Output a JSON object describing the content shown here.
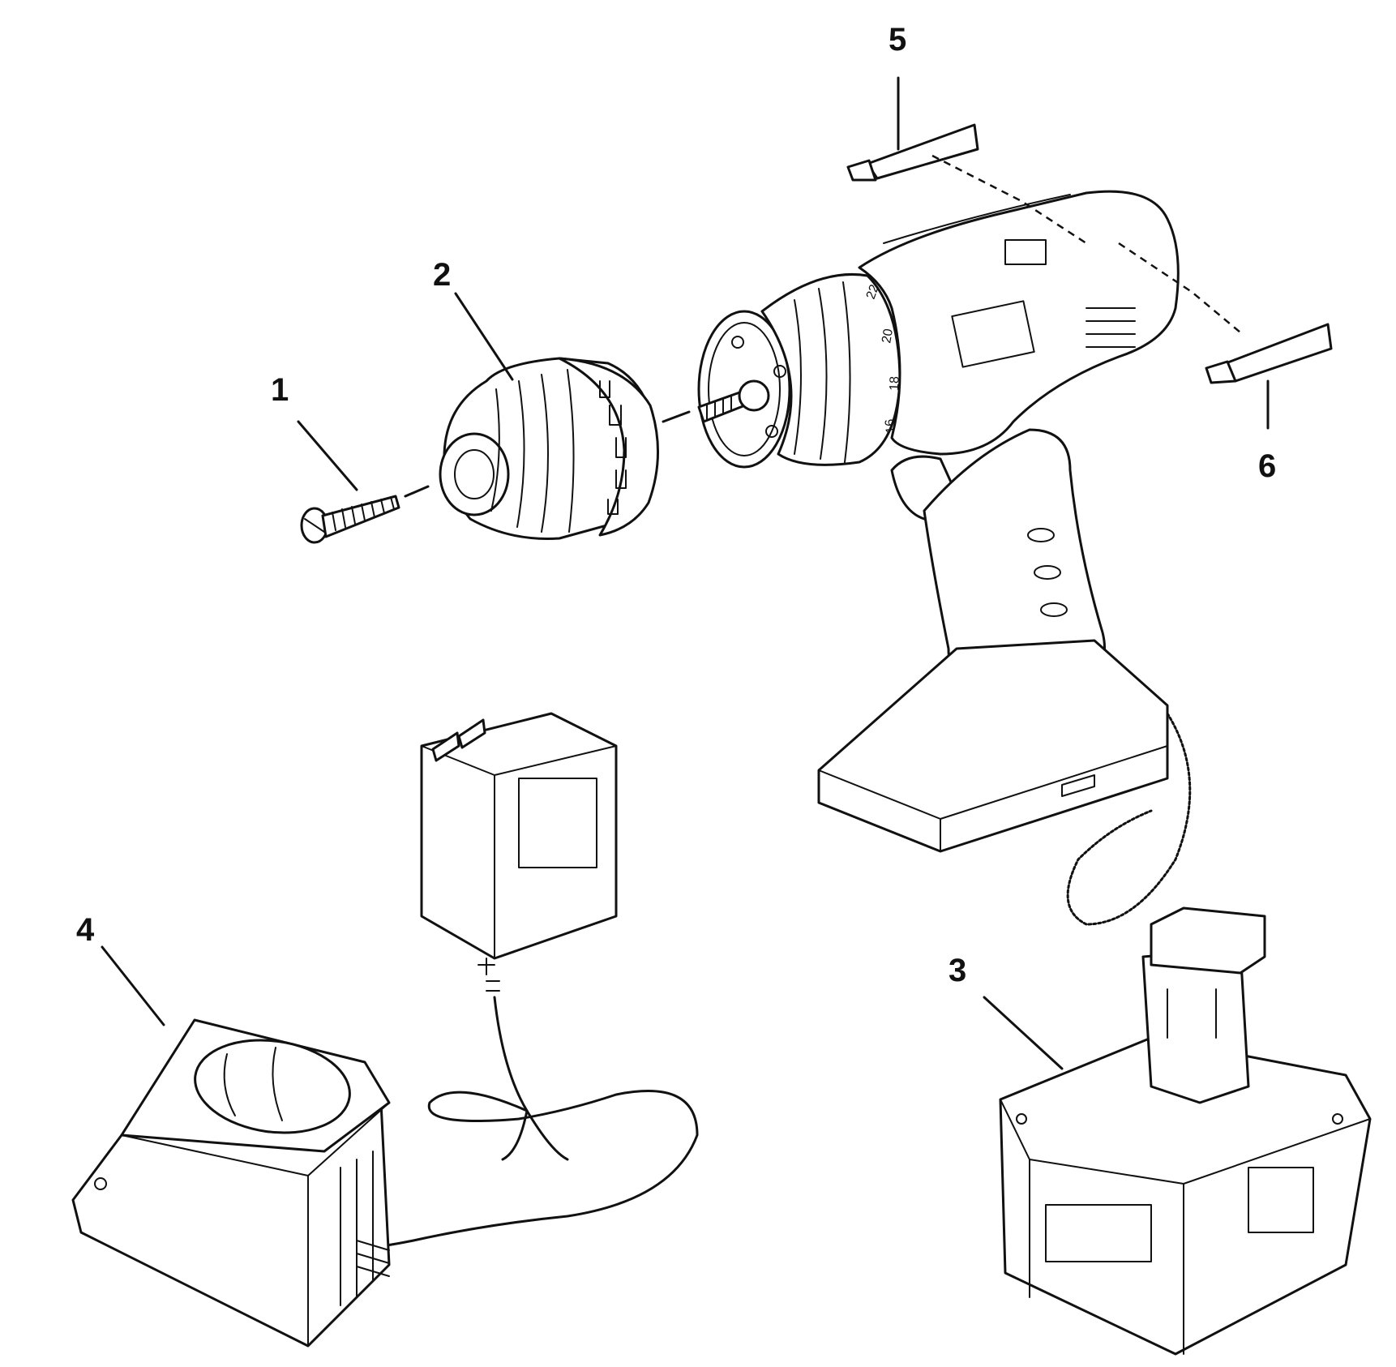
{
  "callouts": [
    {
      "id": "1",
      "part": "screw"
    },
    {
      "id": "2",
      "part": "chuck"
    },
    {
      "id": "3",
      "part": "battery-pack"
    },
    {
      "id": "4",
      "part": "charger-base"
    },
    {
      "id": "5",
      "part": "screwdriver-bit"
    },
    {
      "id": "6",
      "part": "screwdriver-bit"
    }
  ],
  "clutch_marks": [
    "22",
    "20",
    "18",
    "16"
  ]
}
